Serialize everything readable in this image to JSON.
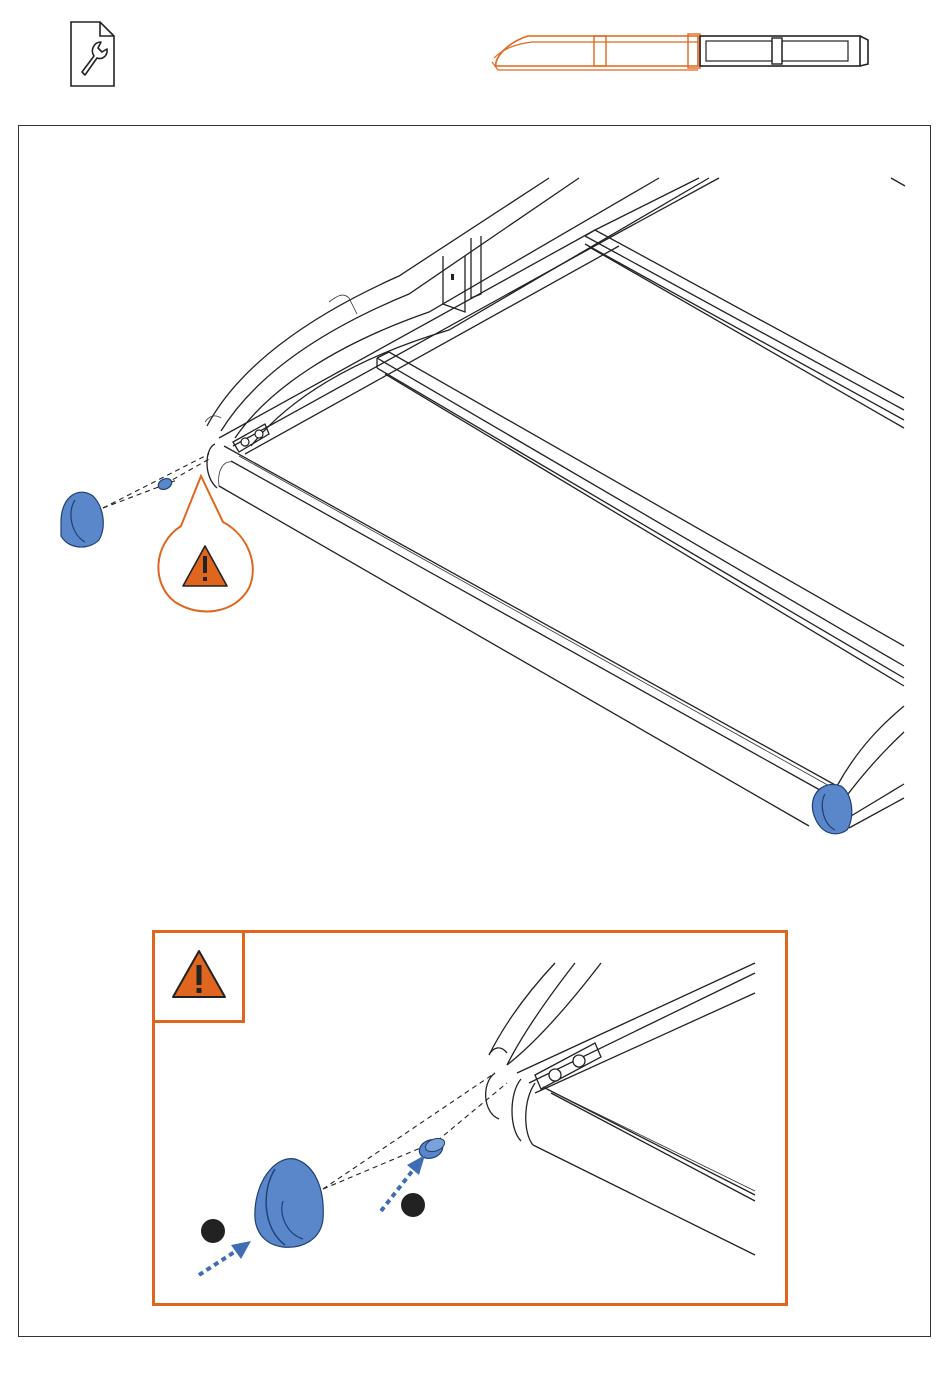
{
  "header": {
    "icon": "service-document-wrench-icon",
    "overview_icon": "treadmill-frame-overview-icon"
  },
  "main_figure": {
    "warning_icon": "warning-triangle-icon",
    "parts": [
      "end-cap",
      "plug"
    ]
  },
  "detail": {
    "warning_icon": "warning-triangle-icon",
    "step_markers": [
      "step-marker-1",
      "step-marker-2"
    ],
    "accent_color": "#e0661f",
    "part_color": "#5a87c9"
  }
}
